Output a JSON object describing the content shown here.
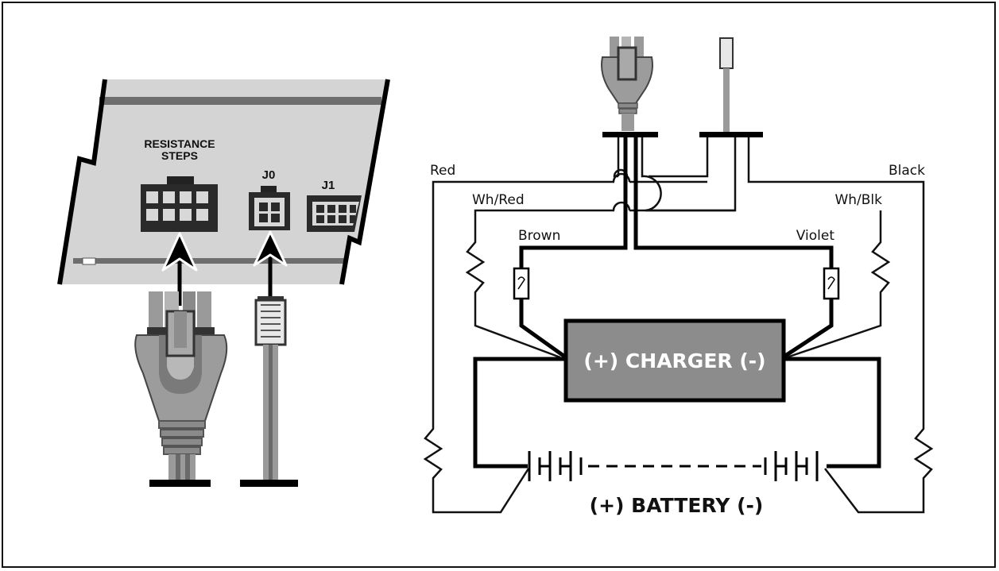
{
  "left_panel": {
    "resistance_label_line1": "RESISTANCE",
    "resistance_label_line2": "STEPS",
    "j0_label": "J0",
    "j1_label": "J1"
  },
  "schematic": {
    "wires": {
      "red": "Red",
      "wh_red": "Wh/Red",
      "brown": "Brown",
      "black": "Black",
      "wh_blk": "Wh/Blk",
      "violet": "Violet"
    },
    "charger_label": "(+) CHARGER (-)",
    "battery_label": "(+) BATTERY (-)"
  },
  "colors": {
    "line": "#111111",
    "panel_gray": "#d4d4d4",
    "charger_gray": "#8c8c8c",
    "connector_gray": "#9a9a9a"
  }
}
